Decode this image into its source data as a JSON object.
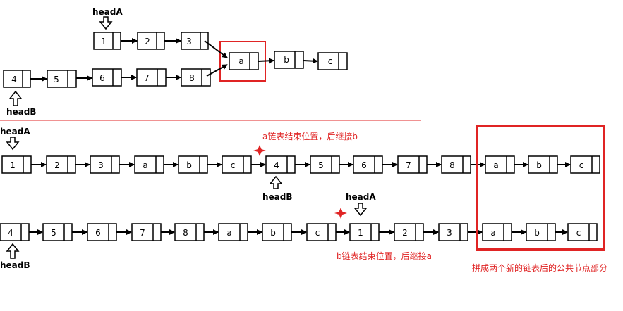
{
  "diagram": {
    "row1": {
      "listA": [
        "1",
        "2",
        "3"
      ],
      "listB": [
        "4",
        "5",
        "6",
        "7",
        "8"
      ],
      "shared": [
        "a",
        "b",
        "c"
      ],
      "labelA": "headA",
      "labelB": "headB"
    },
    "row2": {
      "nodes": [
        "1",
        "2",
        "3",
        "a",
        "b",
        "c",
        "4",
        "5",
        "6",
        "7",
        "8",
        "a",
        "b",
        "c"
      ],
      "headA": "headA",
      "headB": "headB",
      "note": "a链表结束位置，后继接b"
    },
    "row3": {
      "nodes": [
        "4",
        "5",
        "6",
        "7",
        "8",
        "a",
        "b",
        "c",
        "1",
        "2",
        "3",
        "a",
        "b",
        "c"
      ],
      "headA": "headA",
      "headB": "headB",
      "note": "b链表结束位置，后继接a"
    },
    "common_note": "拼成两个新的链表后的公共节点部分",
    "colors": {
      "line": "#000000",
      "highlight": "#e02424",
      "divider": "#e02424"
    }
  }
}
